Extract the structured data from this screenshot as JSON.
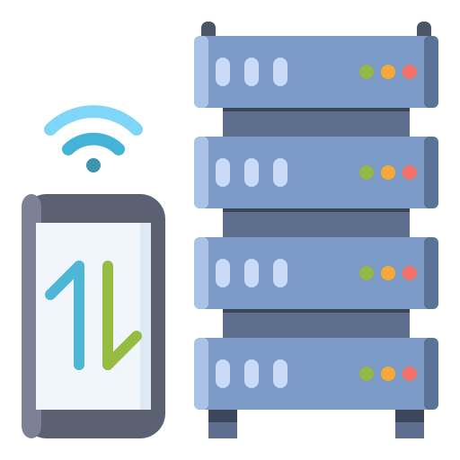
{
  "illustration": {
    "subject": "phone-server-data-transfer-icon",
    "server_unit_count": 4,
    "status_lights": [
      "green",
      "orange",
      "red"
    ]
  },
  "colors": {
    "server_body": "#7b9ac6",
    "server_shade_right": "#5b7396",
    "server_highlight_left": "#a9c2e6",
    "server_slot": "#c8daf4",
    "rack_frame": "#5d6f8c",
    "rack_frame_dark": "#3d475b",
    "antenna": "#4a5565",
    "light_green": "#94b843",
    "light_orange": "#f7a93b",
    "light_red": "#f2706a",
    "phone_body": "#5c6172",
    "phone_body_light": "#7c8196",
    "phone_screen": "#f1f6fc",
    "phone_screen_edge": "#dfe9f5",
    "wifi_outer": "#7fd6f8",
    "wifi_inner": "#44b3d8",
    "wifi_dot": "#3e93ad",
    "arrow_up": "#4fb7d6",
    "arrow_down": "#94bd41"
  }
}
